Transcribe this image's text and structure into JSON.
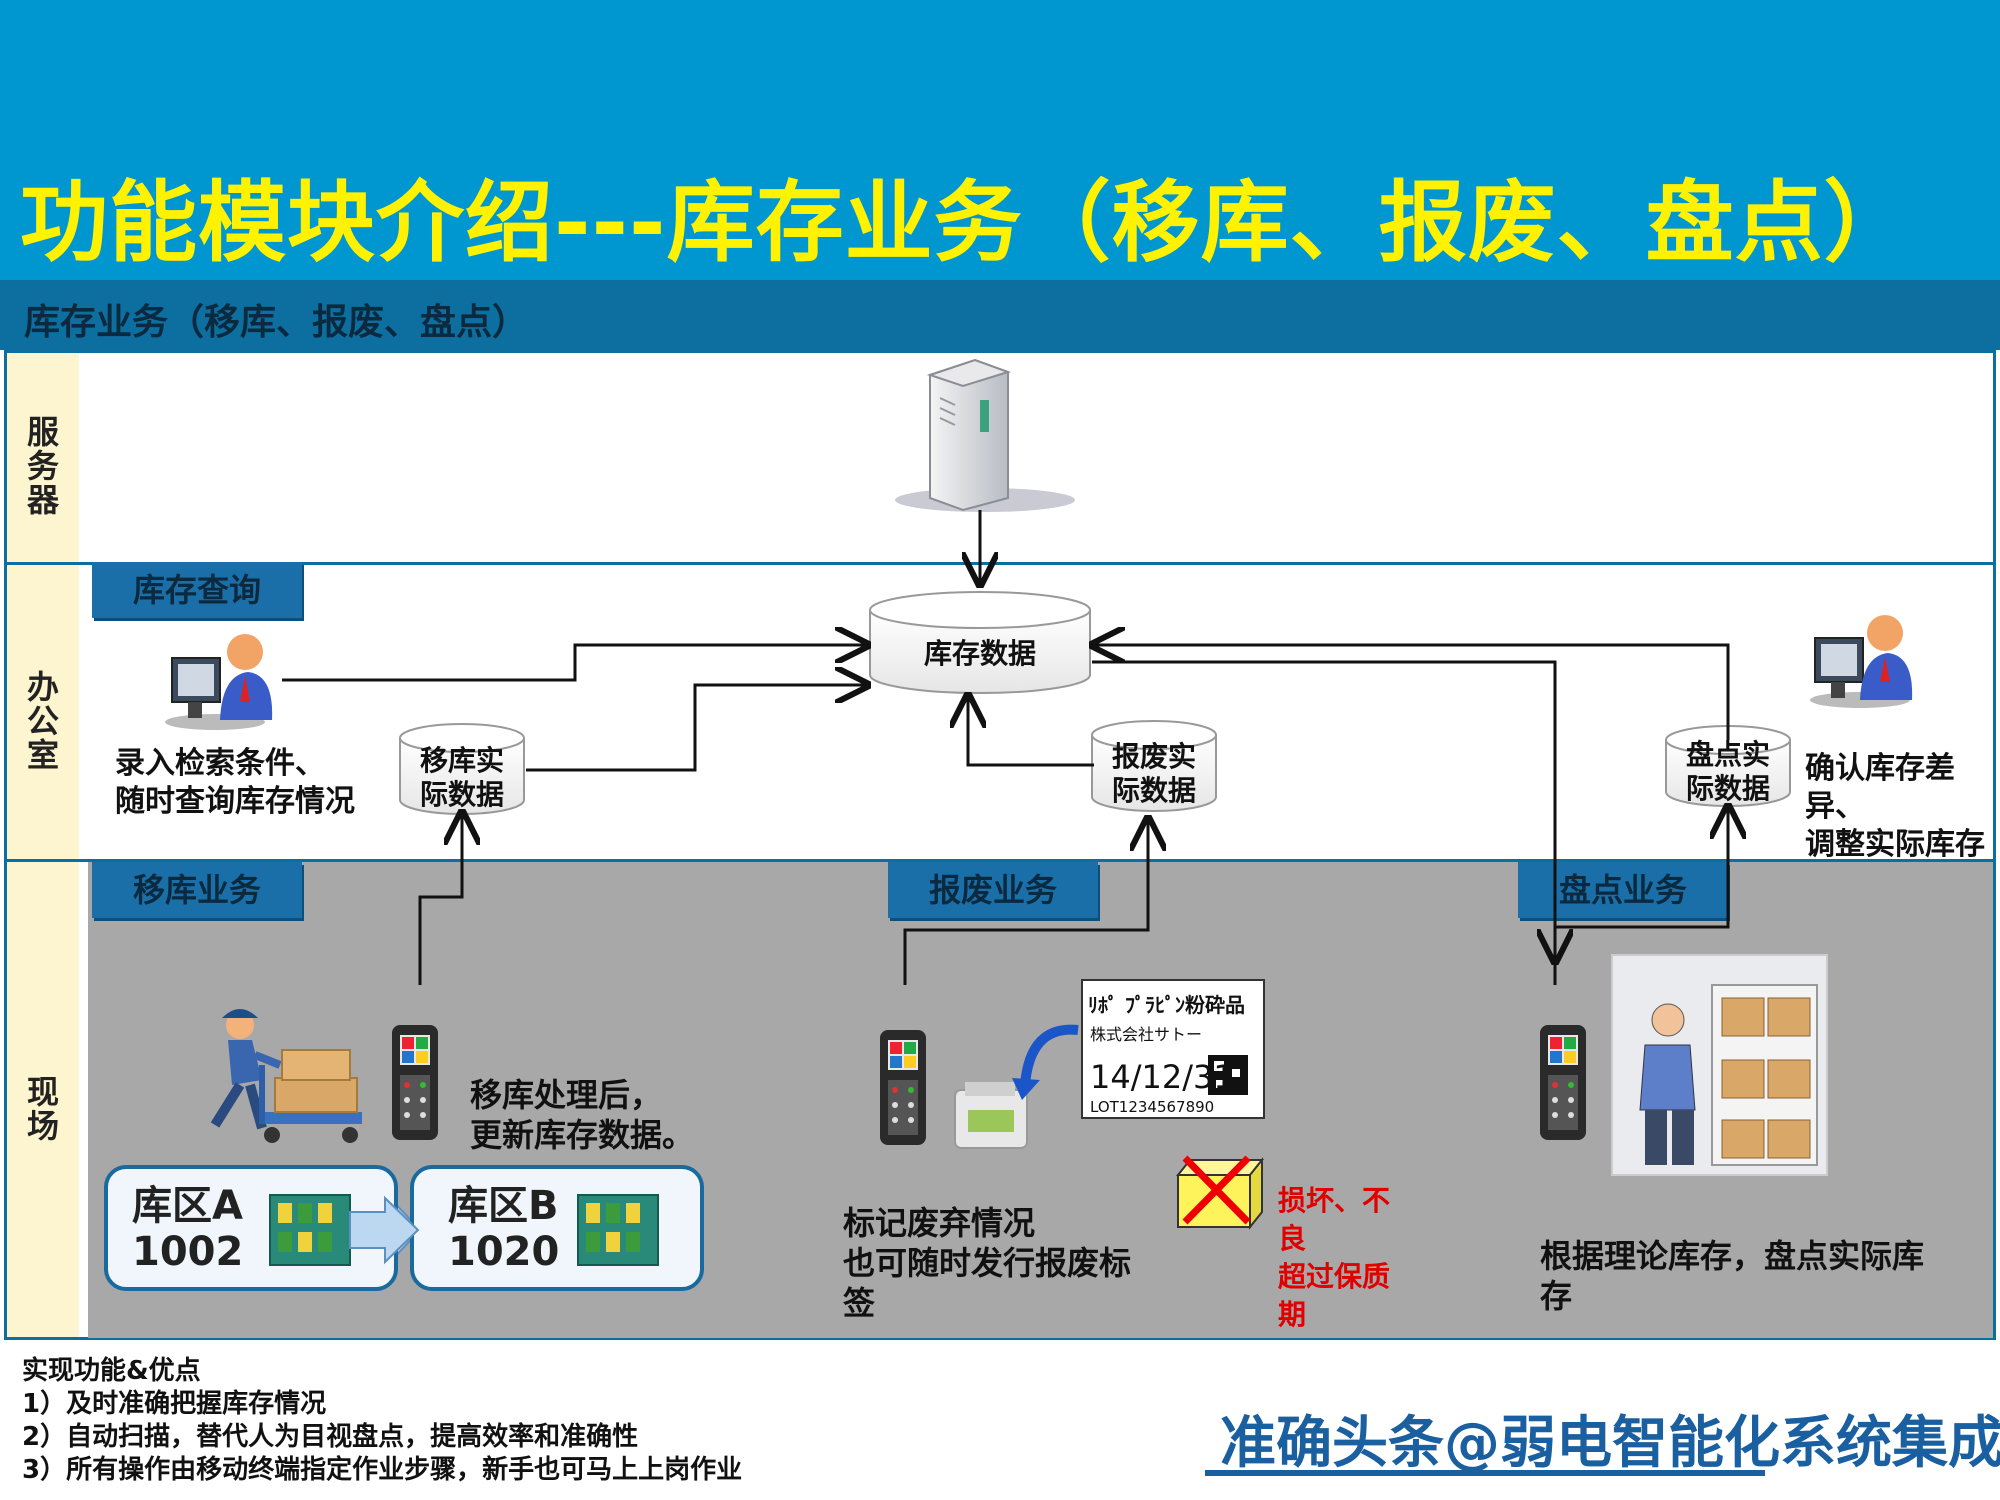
{
  "title": "功能模块介绍---库存业务（移库、报废、盘点）",
  "section_title": "库存业务（移库、报废、盘点）",
  "lanes": {
    "server": "服务器",
    "office": "办公室",
    "field": "现场"
  },
  "tags": {
    "inventory_query": "库存查询",
    "transfer": "移库业务",
    "scrap": "报废业务",
    "stocktake": "盘点业务"
  },
  "databases": {
    "inventory_data": "库存数据",
    "transfer_actual": [
      "移库实",
      "际数据"
    ],
    "scrap_actual": [
      "报废实",
      "际数据"
    ],
    "stocktake_actual": [
      "盘点实",
      "际数据"
    ]
  },
  "texts": {
    "query_desc": [
      "录入检索条件、",
      "随时查询库存情况"
    ],
    "confirm_desc": [
      "确认库存差异、",
      "调整实际库存"
    ],
    "transfer_desc": [
      "移库处理后，",
      "更新库存数据。"
    ],
    "scrap_desc": [
      "标记废弃情况",
      "也可随时发行报废标",
      "签"
    ],
    "scrap_reasons": [
      "损坏、不",
      "良",
      "超过保质",
      "期"
    ],
    "stocktake_desc": [
      "根据理论库存，盘点实际库",
      "存"
    ]
  },
  "zones": {
    "zone_a": {
      "name": "库区A",
      "code": "1002"
    },
    "zone_b": {
      "name": "库区B",
      "code": "1020"
    }
  },
  "label_sample": {
    "line1": "ﾘﾎﾟ ﾌﾟﾗﾋﾟﾝ粉砕品",
    "line2": "株式会社サトー",
    "date": "14/12/31",
    "lot": "LOT1234567890"
  },
  "features": {
    "heading": "实现功能&优点",
    "items": [
      "1）及时准确把握库存情况",
      "2）自动扫描，替代人为目视盘点，提高效率和准确性",
      "3）所有操作由移动终端指定作业步骤，新手也可马上上岗作业"
    ]
  },
  "watermark": "准确头条@弱电智能化系统集成",
  "colors": {
    "banner": "#0096cf",
    "title": "#fff200",
    "accent": "#0d6ea0",
    "red": "#e00000",
    "field": "#a8a8a8"
  }
}
